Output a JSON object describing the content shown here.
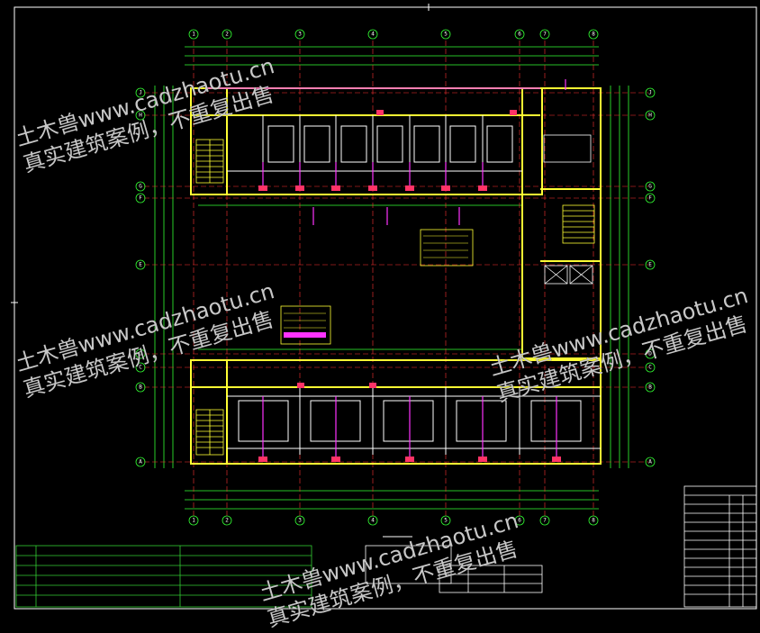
{
  "drawing": {
    "grid_axes_horizontal": [
      "1",
      "2",
      "3",
      "4",
      "5",
      "6",
      "7",
      "8"
    ],
    "grid_axes_vertical": [
      "J",
      "H",
      "G",
      "F",
      "E",
      "D",
      "C",
      "B",
      "A"
    ],
    "colors": {
      "background": "#000000",
      "frame": "#ffffff",
      "wall": "#ffff33",
      "dimension": "#33ff33",
      "axis": "#ff3333",
      "pipe": "#ff33ff",
      "table": "#33cc33"
    }
  },
  "watermarks": [
    {
      "line1": "土木兽www.cadzhaotu.cn",
      "line2": "真实建筑案例，不重复出售"
    },
    {
      "line1": "土木兽www.cadzhaotu.cn",
      "line2": "真实建筑案例，不重复出售"
    },
    {
      "line1": "土木兽www.cadzhaotu.cn",
      "line2": "真实建筑案例，不重复出售"
    },
    {
      "line1": "土木兽www.cadzhaotu.cn",
      "line2": "真实建筑案例，不重复出售"
    }
  ]
}
